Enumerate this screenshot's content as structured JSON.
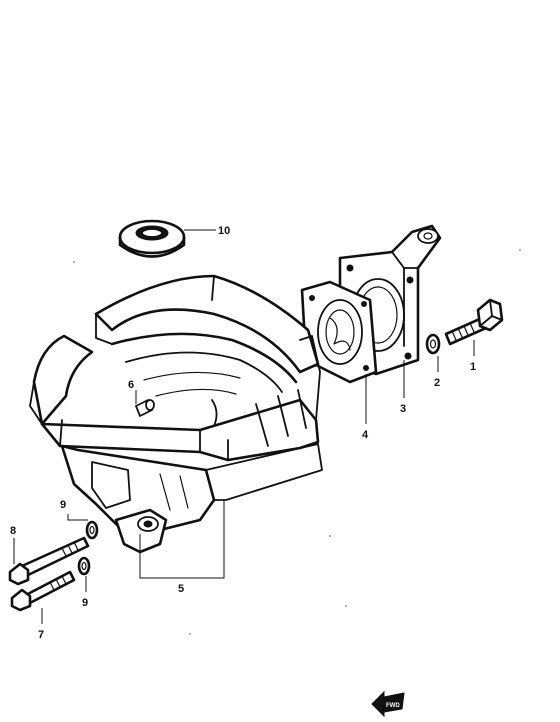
{
  "diagram": {
    "callouts": [
      {
        "id": "1",
        "text": "1"
      },
      {
        "id": "2",
        "text": "2"
      },
      {
        "id": "3",
        "text": "3"
      },
      {
        "id": "4",
        "text": "4"
      },
      {
        "id": "5",
        "text": "5"
      },
      {
        "id": "6",
        "text": "6"
      },
      {
        "id": "7",
        "text": "7"
      },
      {
        "id": "8",
        "text": "8"
      },
      {
        "id": "9a",
        "text": "9"
      },
      {
        "id": "9b",
        "text": "9"
      },
      {
        "id": "10",
        "text": "10"
      }
    ],
    "direction_marker": {
      "text": "FWD",
      "icon": "forward-arrow-icon"
    },
    "colors": {
      "ink": "#111111",
      "paper": "#ffffff"
    }
  }
}
